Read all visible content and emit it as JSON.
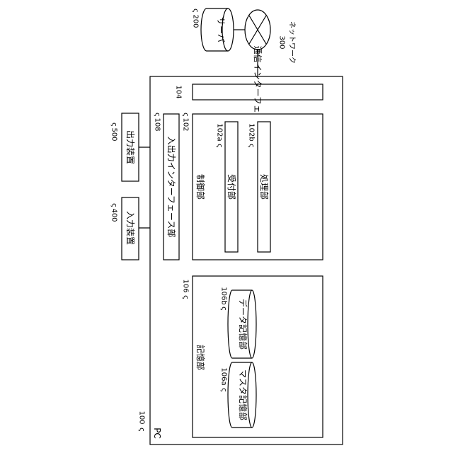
{
  "server": {
    "label": "サーバ",
    "ref": "200"
  },
  "network": {
    "label": "ネットワーク",
    "ref": "300"
  },
  "pc": {
    "label": "PC",
    "ref": "100"
  },
  "comm_if": {
    "label": "通信インターフェース部",
    "ref": "104"
  },
  "control": {
    "label": "制御部",
    "ref": "102"
  },
  "reception": {
    "label": "受付部",
    "ref": "102a"
  },
  "processing": {
    "label": "処理部",
    "ref": "102b"
  },
  "io_if": {
    "label": "入出力インターフェース部",
    "ref": "108"
  },
  "output_device": {
    "label": "出力装置",
    "ref": "500"
  },
  "input_device": {
    "label": "入力装置",
    "ref": "400"
  },
  "storage": {
    "label": "記憶部",
    "ref": "106"
  },
  "data_storage": {
    "label": "データ記憶部",
    "ref": "106b"
  },
  "master_storage": {
    "label": "マスタ記憶部",
    "ref": "106a"
  }
}
